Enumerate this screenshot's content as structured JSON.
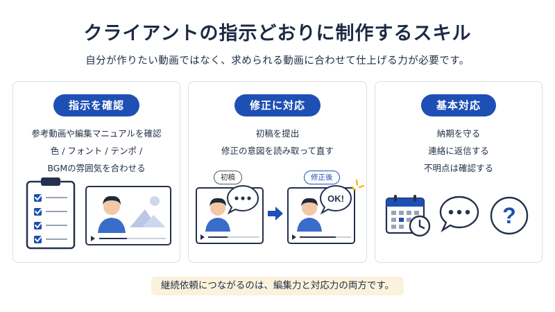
{
  "header": {
    "title": "クライアントの指示どおりに制作するスキル",
    "subtitle": "自分が作りたい動画ではなく、求められる動画に合わせて仕上げる力が必要です。"
  },
  "cards": [
    {
      "label": "指示を確認",
      "lines": [
        "参考動画や編集マニュアルを確認",
        "色 / フォント / テンポ /",
        "BGMの雰囲気を合わせる"
      ]
    },
    {
      "label": "修正に対応",
      "lines": [
        "初稿を提出",
        "修正の意図を読み取って直す"
      ],
      "tag_before": "初稿",
      "tag_after": "修正後",
      "ok_text": "OK!"
    },
    {
      "label": "基本対応",
      "lines": [
        "納期を守る",
        "連絡に返信する",
        "不明点は確認する"
      ],
      "question_mark": "?"
    }
  ],
  "footer": {
    "text": "継続依頼につながるのは、編集力と対応力の両方です。"
  },
  "colors": {
    "accent": "#1e4fb4",
    "navy": "#1f2d44",
    "card_border": "#d9dee7",
    "footer_bg": "#fbf2dc"
  },
  "icons": [
    "checklist-clipboard-icon",
    "video-player-icon",
    "speech-bubble-icon",
    "arrow-right-icon",
    "calendar-clock-icon",
    "question-icon"
  ]
}
